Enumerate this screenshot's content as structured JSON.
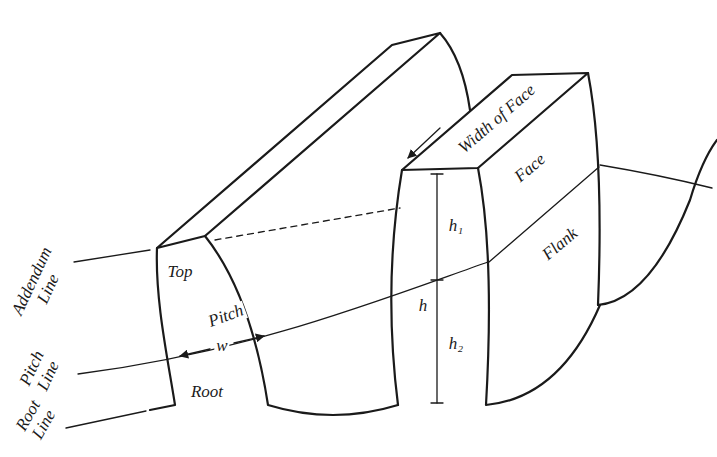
{
  "diagram": {
    "labels": [
      "Width of Face",
      "Face",
      "Flank",
      "Addendum Line",
      "Top",
      "Pitch",
      "w",
      "Pitch Line",
      "Root",
      "Root Line",
      "h₁",
      "h",
      "h₂"
    ]
  }
}
